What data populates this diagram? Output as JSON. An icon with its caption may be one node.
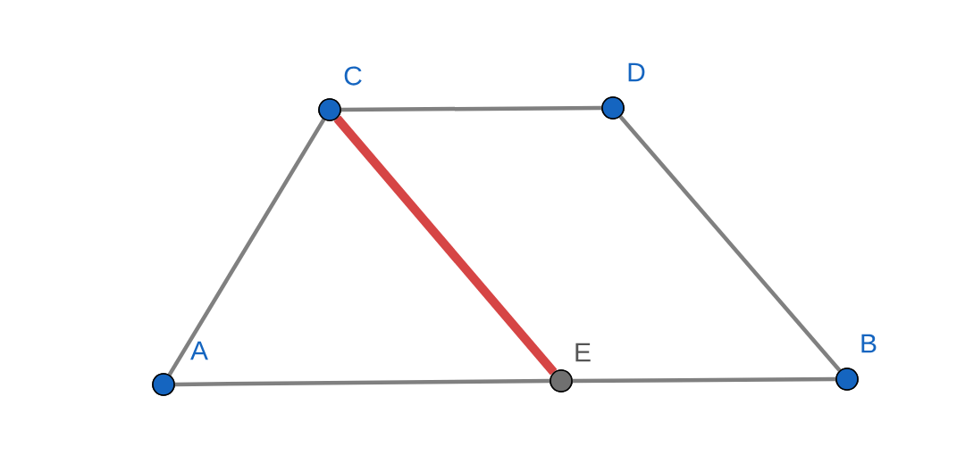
{
  "diagram": {
    "nodes": [
      {
        "text": [
          "A"
        ]
      },
      {
        "text": [
          "B"
        ]
      },
      {
        "text": [
          "C"
        ]
      },
      {
        "text": [
          "D"
        ]
      },
      {
        "text": [
          "E"
        ]
      }
    ],
    "edges": [
      {
        "from": 0,
        "to": 2,
        "arrow": "none"
      },
      {
        "from": 2,
        "to": 3,
        "arrow": "none"
      },
      {
        "from": 3,
        "to": 1,
        "arrow": "none"
      },
      {
        "from": 0,
        "to": 4,
        "arrow": "none"
      },
      {
        "from": 4,
        "to": 1,
        "arrow": "none"
      },
      {
        "from": 2,
        "to": 4,
        "arrow": "none",
        "style": "thick",
        "color": "#d64545"
      }
    ]
  }
}
